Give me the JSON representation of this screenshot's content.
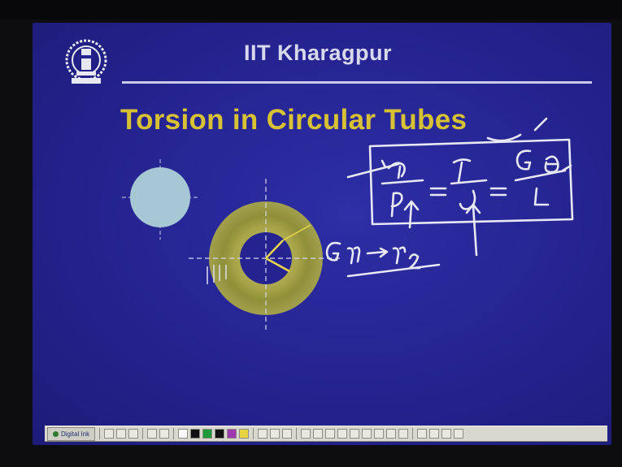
{
  "slide": {
    "header": "IIT Kharagpur",
    "title": "Torsion in Circular Tubes"
  },
  "toolbar": {
    "start_label": "Digital Ink"
  },
  "colors": {
    "slide_bg": "#24238f",
    "title": "#d8c234",
    "header": "#d9d9ee",
    "ink": "#e8e8f4"
  }
}
